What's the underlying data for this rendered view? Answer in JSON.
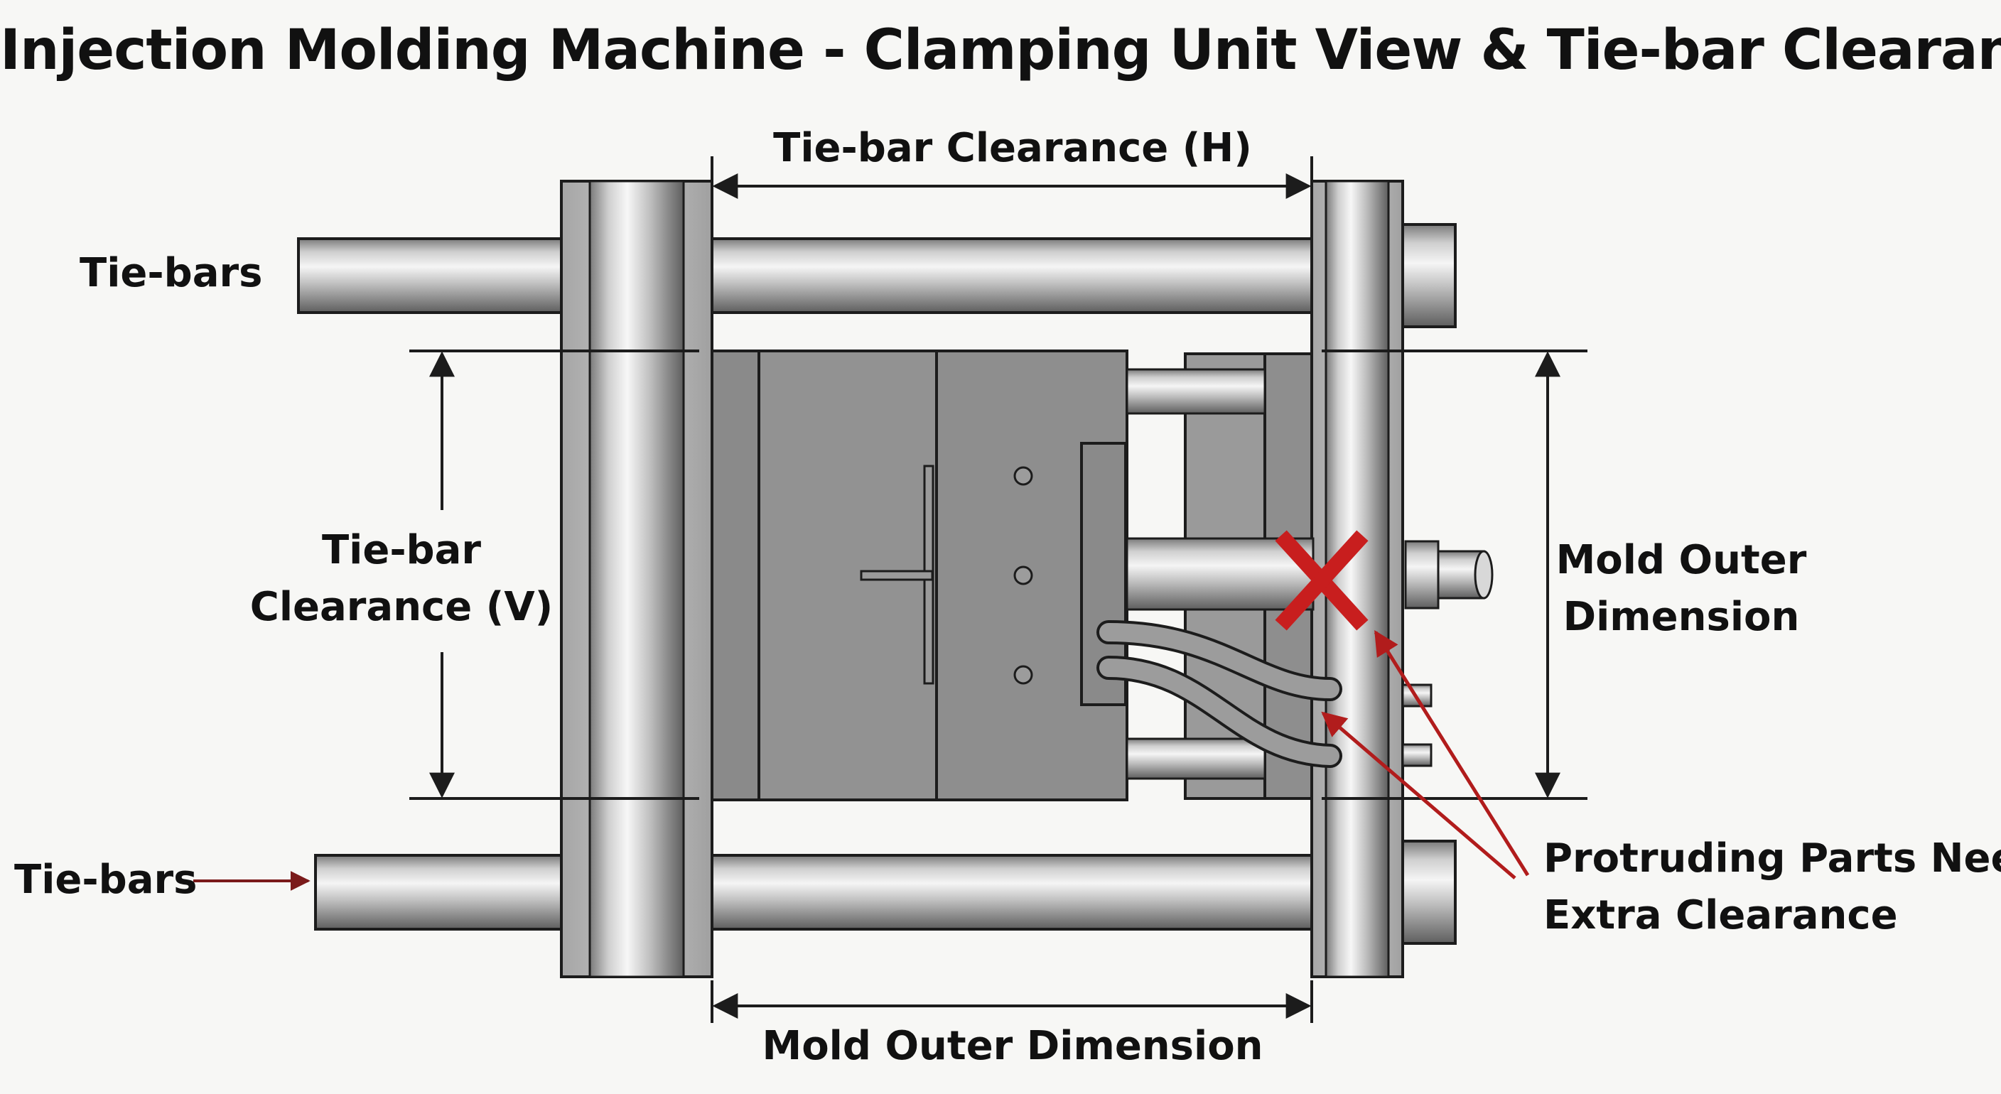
{
  "title": "Injection Molding Machine - Clamping Unit View & Tie-bar Clearance",
  "labels": {
    "tie_bars_top": "Tie-bars",
    "tie_bars_bottom": "Tie-bars",
    "tiebar_clearance_h": "Tie-bar Clearance (H)",
    "tiebar_clearance_v_line1": "Tie-bar",
    "tiebar_clearance_v_line2": "Clearance (V)",
    "mold_outer_right_line1": "Mold Outer",
    "mold_outer_right_line2": "Dimension",
    "mold_outer_bottom": "Mold Outer Dimension",
    "protruding_line1": "Protruding Parts Need",
    "protruding_line2": "Extra Clearance"
  },
  "colors": {
    "steel_light": "#e4e4e4",
    "steel_mid": "#b8b8b8",
    "steel_dark": "#6a6a6a",
    "mold_gray": "#8e8e8e",
    "outline": "#1c1c1c",
    "warning_red": "#c81e1e",
    "arrow_dark_red": "#7a1a1a",
    "background": "#f7f7f5"
  },
  "icons": {
    "interference_mark": "red-x-icon"
  }
}
